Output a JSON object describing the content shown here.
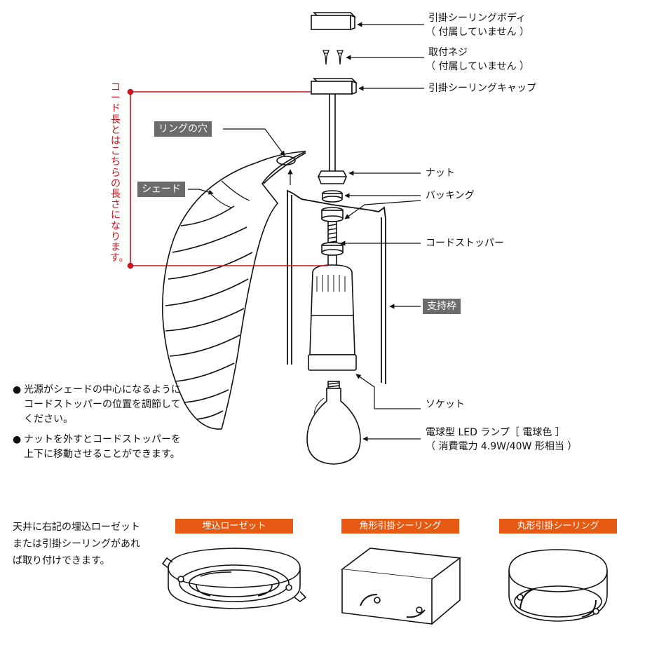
{
  "labels": {
    "ceiling_body": "引掛シーリングボディ",
    "ceiling_body_note": "（ 付属していません ）",
    "screw": "取付ネジ",
    "screw_note": "（ 付属していません ）",
    "ceiling_cap": "引掛シーリングキャップ",
    "nut": "ナット",
    "packing": "バッキング",
    "cord_stopper": "コードストッパー",
    "support_frame": "支持枠",
    "socket": "ソケット",
    "lamp": "電球型 LED ランプ［ 電球色 ］",
    "lamp_note": "（ 消費電力 4.9W/40W 形相当 ）",
    "ring_hole": "リングの穴",
    "shade": "シェード"
  },
  "cord_note": "コード長とはこちらの長さになります。",
  "notes": {
    "bullet": "●",
    "note1": "光源がシェードの中心になるようにコードストッパーの位置を調節してください。",
    "note2": "ナットを外すとコードストッパーを上下に移動させることができます。"
  },
  "install": {
    "text": "天井に右記の埋込ローゼットまたは引掛シーリングがあれば取り付けできます。",
    "types": [
      "埋込ローゼット",
      "角形引掛シーリング",
      "丸形引掛シーリング"
    ]
  },
  "colors": {
    "accent_orange": "#e65a14",
    "callout_red": "#c8141e",
    "tag_gray": "#6b6b6b"
  }
}
